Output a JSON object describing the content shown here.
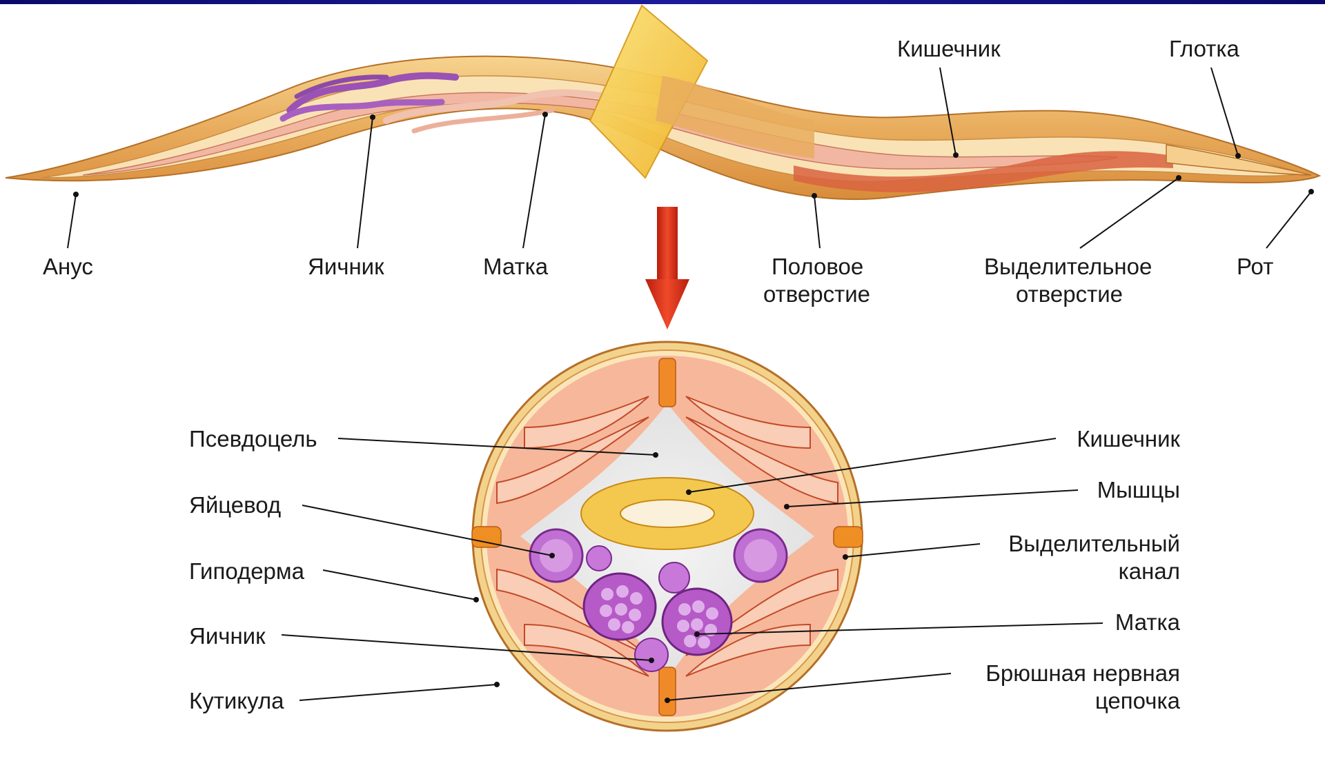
{
  "colors": {
    "body_outer": "#e2a253",
    "body_inner": "#f6d79a",
    "intestine": "#f2b5a0",
    "muscle": "#d9633f",
    "ovary": "#a05ab8",
    "plane": "#f4c430",
    "arrow": "#d8341c",
    "section_cuticle": "#f3d28c",
    "section_fill": "#f7b79a",
    "pseudocoel": "#ececec",
    "egg": "#b65ac8",
    "gut_ring": "#f2c34a",
    "canal": "#ef8e22"
  },
  "labels": {
    "anus": "Анус",
    "ovary_top": "Яичник",
    "uterus_top": "Матка",
    "genital_line1": "Половое",
    "genital_line2": "отверстие",
    "excretory_line1": "Выделительное",
    "excretory_line2": "отверстие",
    "mouth": "Рот",
    "intestine_top": "Кишечник",
    "pharynx": "Глотка",
    "pseudocoel": "Псевдоцель",
    "oviduct": "Яйцевод",
    "hypodermis": "Гиподерма",
    "ovary_section": "Яичник",
    "cuticle": "Кутикула",
    "intestine_section": "Кишечник",
    "muscles": "Мышцы",
    "excretory_canal_line1": "Выделительный",
    "excretory_canal_line2": "канал",
    "uterus_section": "Матка",
    "nerve_cord_line1": "Брюшная нервная",
    "nerve_cord_line2": "цепочка"
  }
}
